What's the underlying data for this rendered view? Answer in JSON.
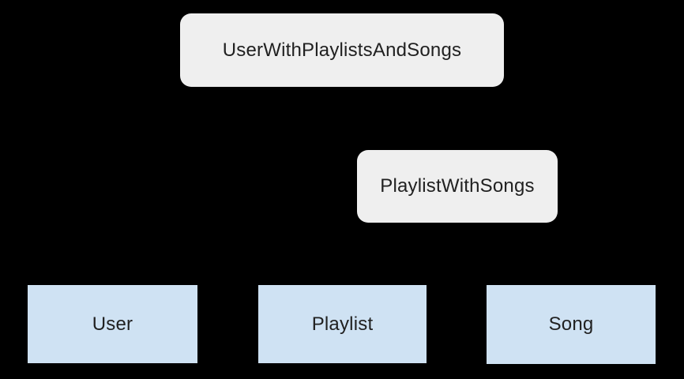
{
  "diagram": {
    "colors": {
      "background": "#000000",
      "relation_node_fill": "#efefef",
      "entity_node_fill": "#cfe2f3",
      "label_text": "#212121"
    },
    "nodes": [
      {
        "id": "user-with-playlists-and-songs",
        "label": "UserWithPlaylistsAndSongs",
        "kind": "relation"
      },
      {
        "id": "playlist-with-songs",
        "label": "PlaylistWithSongs",
        "kind": "relation"
      },
      {
        "id": "user",
        "label": "User",
        "kind": "entity"
      },
      {
        "id": "playlist",
        "label": "Playlist",
        "kind": "entity"
      },
      {
        "id": "song",
        "label": "Song",
        "kind": "entity"
      }
    ]
  }
}
